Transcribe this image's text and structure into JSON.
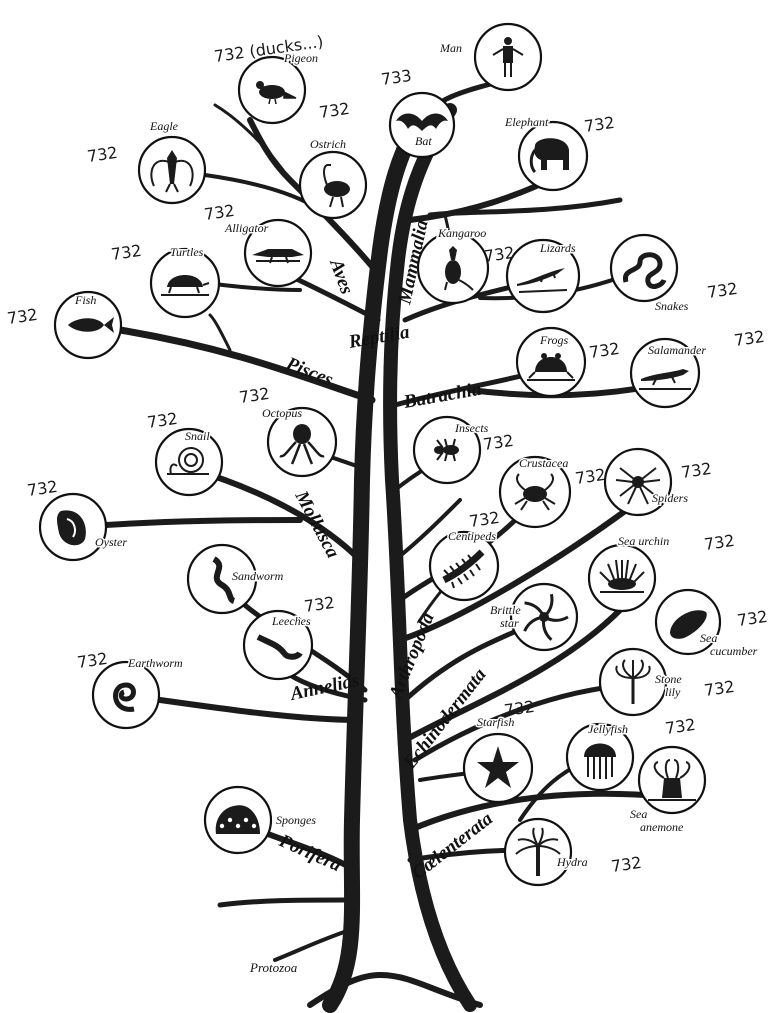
{
  "diagram": {
    "root_label": "Protozoa",
    "groups": [
      {
        "id": "aves",
        "label": "Aves"
      },
      {
        "id": "mammalia",
        "label": "Mammalia"
      },
      {
        "id": "reptilia",
        "label": "Reptilia"
      },
      {
        "id": "pisces",
        "label": "Pisces"
      },
      {
        "id": "batrachia",
        "label": "Batrachia"
      },
      {
        "id": "mollusca",
        "label": "Mollusca"
      },
      {
        "id": "annelids",
        "label": "Annelids"
      },
      {
        "id": "arthropoda",
        "label": "Arthropoda"
      },
      {
        "id": "echinodermata",
        "label": "Echinodermata"
      },
      {
        "id": "porifera",
        "label": "Porifera"
      },
      {
        "id": "coelenterata",
        "label": "Cœlenterata"
      }
    ],
    "organisms": [
      {
        "id": "man",
        "label": "Man",
        "icon": "man-icon",
        "note": ""
      },
      {
        "id": "pigeon",
        "label": "Pigeon",
        "icon": "pigeon-icon",
        "note": "732 (ducks...)"
      },
      {
        "id": "bat",
        "label": "Bat",
        "icon": "bat-icon",
        "note": "733"
      },
      {
        "id": "eagle",
        "label": "Eagle",
        "icon": "eagle-icon",
        "note": "732"
      },
      {
        "id": "ostrich",
        "label": "Ostrich",
        "icon": "ostrich-icon",
        "note": "732"
      },
      {
        "id": "elephant",
        "label": "Elephant",
        "icon": "elephant-icon",
        "note": "732"
      },
      {
        "id": "alligator",
        "label": "Alligator",
        "icon": "alligator-icon",
        "note": "732"
      },
      {
        "id": "kangaroo",
        "label": "Kangaroo",
        "icon": "kangaroo-icon",
        "note": "732"
      },
      {
        "id": "turtles",
        "label": "Turtles",
        "icon": "turtle-icon",
        "note": "732"
      },
      {
        "id": "lizards",
        "label": "Lizards",
        "icon": "lizard-icon",
        "note": ""
      },
      {
        "id": "snakes",
        "label": "Snakes",
        "icon": "snake-icon",
        "note": "732"
      },
      {
        "id": "fish",
        "label": "Fish",
        "icon": "fish-icon",
        "note": "732"
      },
      {
        "id": "frogs",
        "label": "Frogs",
        "icon": "frog-icon",
        "note": "732"
      },
      {
        "id": "salamander",
        "label": "Salamander",
        "icon": "salamander-icon",
        "note": "732"
      },
      {
        "id": "octopus",
        "label": "Octopus",
        "icon": "octopus-icon",
        "note": "732"
      },
      {
        "id": "insects",
        "label": "Insects",
        "icon": "insect-icon",
        "note": "732"
      },
      {
        "id": "snail",
        "label": "Snail",
        "icon": "snail-icon",
        "note": "732"
      },
      {
        "id": "crustacea",
        "label": "Crustacea",
        "icon": "crab-icon",
        "note": "732"
      },
      {
        "id": "spiders",
        "label": "Spiders",
        "icon": "spider-icon",
        "note": "732"
      },
      {
        "id": "oyster",
        "label": "Oyster",
        "icon": "oyster-icon",
        "note": "732"
      },
      {
        "id": "centipeds",
        "label": "Centipeds",
        "icon": "centipede-icon",
        "note": "732"
      },
      {
        "id": "sea-urchin",
        "label": "Sea urchin",
        "icon": "sea-urchin-icon",
        "note": "732"
      },
      {
        "id": "sandworm",
        "label": "Sandworm",
        "icon": "sandworm-icon",
        "note": ""
      },
      {
        "id": "leeches",
        "label": "Leeches",
        "icon": "leech-icon",
        "note": "732"
      },
      {
        "id": "brittle-star",
        "label": "Brittle star",
        "icon": "brittle-star-icon",
        "note": ""
      },
      {
        "id": "sea-cucumber",
        "label": "Sea cucumber",
        "icon": "sea-cucumber-icon",
        "note": "732"
      },
      {
        "id": "earthworm",
        "label": "Earthworm",
        "icon": "earthworm-icon",
        "note": "732"
      },
      {
        "id": "stone-lily",
        "label": "Stone lily",
        "icon": "stone-lily-icon",
        "note": "732"
      },
      {
        "id": "starfish",
        "label": "Starfish",
        "icon": "starfish-icon",
        "note": "732"
      },
      {
        "id": "jellyfish",
        "label": "Jellyfish",
        "icon": "jellyfish-icon",
        "note": "732"
      },
      {
        "id": "sea-anemone",
        "label": "Sea anemone",
        "icon": "sea-anemone-icon",
        "note": ""
      },
      {
        "id": "sponges",
        "label": "Sponges",
        "icon": "sponge-icon",
        "note": ""
      },
      {
        "id": "hydra",
        "label": "Hydra",
        "icon": "hydra-icon",
        "note": "732"
      }
    ]
  }
}
